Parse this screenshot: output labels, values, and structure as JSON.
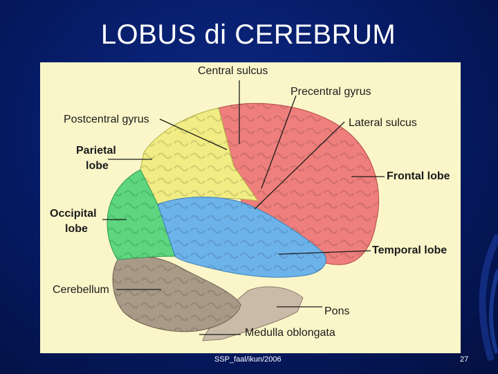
{
  "slide": {
    "title": "LOBUS  di CEREBRUM",
    "footer": "SSP_faal/ikun/2006",
    "page_number": "27"
  },
  "diagram": {
    "labels": {
      "central_sulcus": "Central sulcus",
      "precentral_gyrus": "Precentral gyrus",
      "postcentral_gyrus": "Postcentral gyrus",
      "lateral_sulcus": "Lateral sulcus",
      "parietal_lobe_1": "Parietal",
      "parietal_lobe_2": "lobe",
      "frontal_lobe": "Frontal lobe",
      "occipital_lobe_1": "Occipital",
      "occipital_lobe_2": "lobe",
      "temporal_lobe": "Temporal lobe",
      "cerebellum": "Cerebellum",
      "pons": "Pons",
      "medulla_oblongata": "Medulla oblongata"
    },
    "colors": {
      "frontal": "#ee7f7c",
      "parietal": "#f1ec83",
      "occipital": "#5dd67f",
      "temporal": "#6cb3ea",
      "cerebellum": "#a89a86",
      "brainstem": "#c9bba8",
      "panel_bg": "#fbf6c9",
      "slide_bg": "#061a63"
    }
  }
}
